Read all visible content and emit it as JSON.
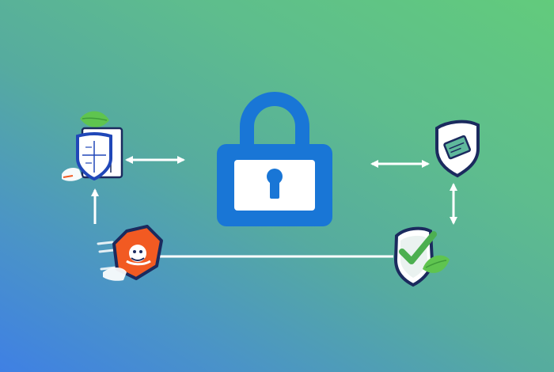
{
  "diagram": {
    "description_free": true,
    "colors": {
      "background_top_right": "#62cb7c",
      "background_bottom_left": "#3f80e4",
      "lock_blue": "#1976d6",
      "lock_inner": "#ffffff",
      "arrow": "#ffffff",
      "navy": "#1b2a5e",
      "badge_orange": "#f25a22",
      "check_green": "#4caf50",
      "leaf_green": "#5fc44f"
    },
    "nodes": [
      {
        "id": "lock",
        "icon": "padlock-icon"
      },
      {
        "id": "document",
        "icon": "document-shield-icon"
      },
      {
        "id": "card-shield",
        "icon": "card-shield-icon"
      },
      {
        "id": "check-shield",
        "icon": "check-shield-icon"
      },
      {
        "id": "orange-badge",
        "icon": "orange-hexagon-badge-icon"
      }
    ],
    "edges": [
      {
        "from": "document",
        "to": "lock",
        "direction": "both"
      },
      {
        "from": "lock",
        "to": "card-shield",
        "direction": "both"
      },
      {
        "from": "card-shield",
        "to": "check-shield",
        "direction": "both"
      },
      {
        "from": "check-shield",
        "to": "orange-badge",
        "direction": "none"
      },
      {
        "from": "orange-badge",
        "to": "document",
        "direction": "forward"
      }
    ]
  }
}
